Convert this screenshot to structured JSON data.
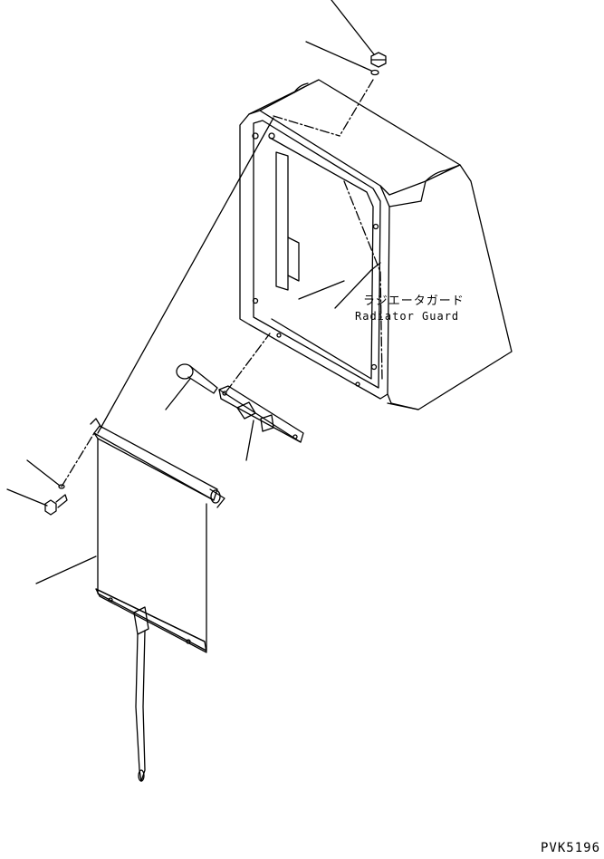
{
  "drawing": {
    "label_jp": "ラジエータガード",
    "label_en": "Radiator Guard",
    "code": "PVK5196",
    "line_color": "#000000",
    "background": "#ffffff"
  }
}
